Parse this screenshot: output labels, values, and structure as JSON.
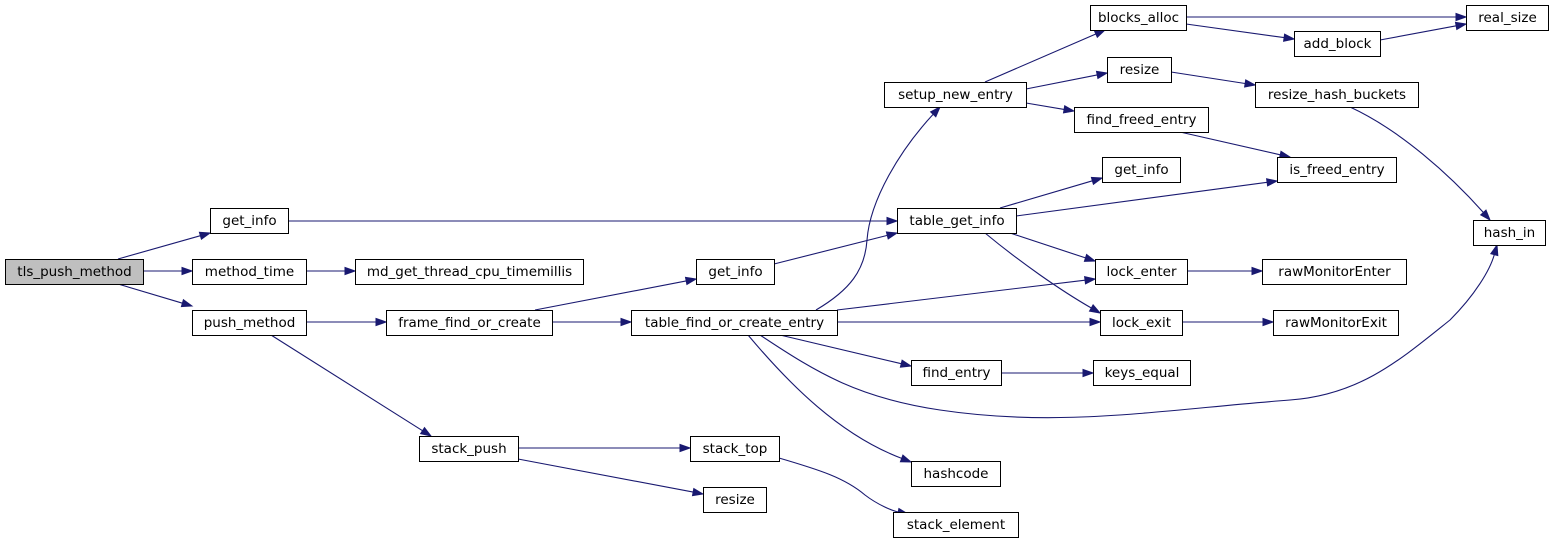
{
  "colors": {
    "edge": "#191970",
    "node_fill": "#ffffff",
    "root_fill": "#bfbfbf",
    "node_border": "#000000"
  },
  "nodes": [
    {
      "id": "tls_push_method",
      "label": "tls_push_method",
      "root": true
    },
    {
      "id": "get_info_a",
      "label": "get_info"
    },
    {
      "id": "method_time",
      "label": "method_time"
    },
    {
      "id": "md_get_thread_cpu_timemillis",
      "label": "md_get_thread_cpu_timemillis"
    },
    {
      "id": "push_method",
      "label": "push_method"
    },
    {
      "id": "frame_find_or_create",
      "label": "frame_find_or_create"
    },
    {
      "id": "get_info_b",
      "label": "get_info"
    },
    {
      "id": "table_find_or_create_entry",
      "label": "table_find_or_create_entry"
    },
    {
      "id": "stack_push",
      "label": "stack_push"
    },
    {
      "id": "stack_top",
      "label": "stack_top"
    },
    {
      "id": "resize_a",
      "label": "resize"
    },
    {
      "id": "stack_element",
      "label": "stack_element"
    },
    {
      "id": "setup_new_entry",
      "label": "setup_new_entry"
    },
    {
      "id": "table_get_info",
      "label": "table_get_info"
    },
    {
      "id": "find_entry",
      "label": "find_entry"
    },
    {
      "id": "hashcode",
      "label": "hashcode"
    },
    {
      "id": "blocks_alloc",
      "label": "blocks_alloc"
    },
    {
      "id": "resize_b",
      "label": "resize"
    },
    {
      "id": "find_freed_entry",
      "label": "find_freed_entry"
    },
    {
      "id": "get_info_c",
      "label": "get_info"
    },
    {
      "id": "lock_enter",
      "label": "lock_enter"
    },
    {
      "id": "lock_exit",
      "label": "lock_exit"
    },
    {
      "id": "keys_equal",
      "label": "keys_equal"
    },
    {
      "id": "add_block",
      "label": "add_block"
    },
    {
      "id": "real_size",
      "label": "real_size"
    },
    {
      "id": "resize_hash_buckets",
      "label": "resize_hash_buckets"
    },
    {
      "id": "is_freed_entry",
      "label": "is_freed_entry"
    },
    {
      "id": "rawMonitorEnter",
      "label": "rawMonitorEnter"
    },
    {
      "id": "rawMonitorExit",
      "label": "rawMonitorExit"
    },
    {
      "id": "hash_in",
      "label": "hash_in"
    }
  ],
  "edges": [
    {
      "from": "tls_push_method",
      "to": "get_info_a"
    },
    {
      "from": "tls_push_method",
      "to": "method_time"
    },
    {
      "from": "tls_push_method",
      "to": "push_method"
    },
    {
      "from": "get_info_a",
      "to": "table_get_info"
    },
    {
      "from": "method_time",
      "to": "md_get_thread_cpu_timemillis"
    },
    {
      "from": "push_method",
      "to": "frame_find_or_create"
    },
    {
      "from": "push_method",
      "to": "stack_push"
    },
    {
      "from": "frame_find_or_create",
      "to": "get_info_b"
    },
    {
      "from": "frame_find_or_create",
      "to": "table_find_or_create_entry"
    },
    {
      "from": "get_info_b",
      "to": "table_get_info"
    },
    {
      "from": "stack_push",
      "to": "stack_top"
    },
    {
      "from": "stack_push",
      "to": "resize_a"
    },
    {
      "from": "stack_top",
      "to": "stack_element"
    },
    {
      "from": "table_find_or_create_entry",
      "to": "setup_new_entry"
    },
    {
      "from": "table_find_or_create_entry",
      "to": "lock_enter"
    },
    {
      "from": "table_find_or_create_entry",
      "to": "lock_exit"
    },
    {
      "from": "table_find_or_create_entry",
      "to": "find_entry"
    },
    {
      "from": "table_find_or_create_entry",
      "to": "hashcode"
    },
    {
      "from": "table_find_or_create_entry",
      "to": "hash_in"
    },
    {
      "from": "setup_new_entry",
      "to": "blocks_alloc"
    },
    {
      "from": "setup_new_entry",
      "to": "resize_b"
    },
    {
      "from": "setup_new_entry",
      "to": "find_freed_entry"
    },
    {
      "from": "table_get_info",
      "to": "get_info_c"
    },
    {
      "from": "table_get_info",
      "to": "is_freed_entry"
    },
    {
      "from": "table_get_info",
      "to": "lock_enter"
    },
    {
      "from": "table_get_info",
      "to": "lock_exit"
    },
    {
      "from": "find_entry",
      "to": "keys_equal"
    },
    {
      "from": "blocks_alloc",
      "to": "real_size"
    },
    {
      "from": "blocks_alloc",
      "to": "add_block"
    },
    {
      "from": "add_block",
      "to": "real_size"
    },
    {
      "from": "resize_b",
      "to": "resize_hash_buckets"
    },
    {
      "from": "resize_hash_buckets",
      "to": "hash_in"
    },
    {
      "from": "find_freed_entry",
      "to": "is_freed_entry"
    },
    {
      "from": "lock_enter",
      "to": "rawMonitorEnter"
    },
    {
      "from": "lock_exit",
      "to": "rawMonitorExit"
    }
  ]
}
